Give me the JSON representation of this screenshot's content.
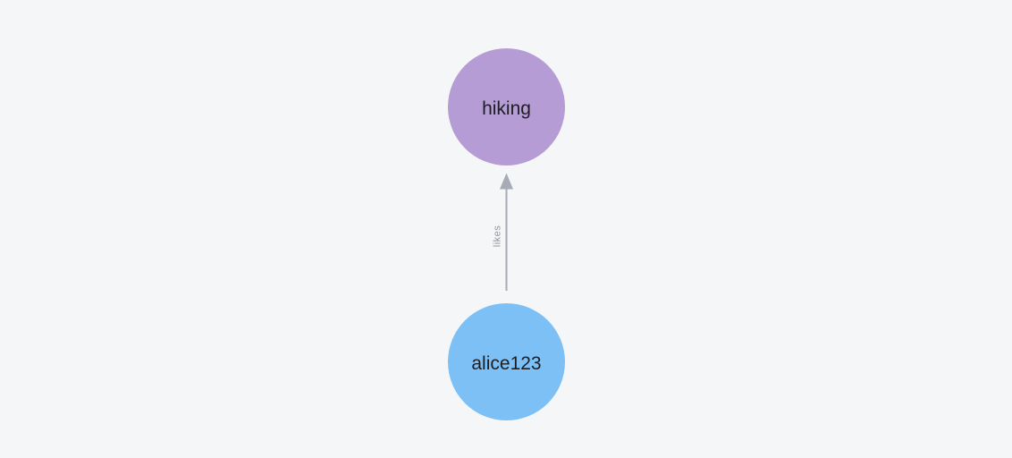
{
  "canvas": {
    "background_color": "#f5f6f7"
  },
  "graph": {
    "type": "directed-node-link-graph",
    "nodes": [
      {
        "id": "hiking",
        "label": "hiking",
        "fill": "#b69cd4",
        "label_color": "#1d1f23"
      },
      {
        "id": "alice123",
        "label": "alice123",
        "fill": "#7dc0f6",
        "label_color": "#1d1f23"
      }
    ],
    "edges": [
      {
        "id": "alice123-likes-hiking",
        "label": "likes",
        "source": "alice123",
        "target": "hiking",
        "direction": "up",
        "color": "#a7abb6",
        "label_color": "#8f939e"
      }
    ]
  }
}
